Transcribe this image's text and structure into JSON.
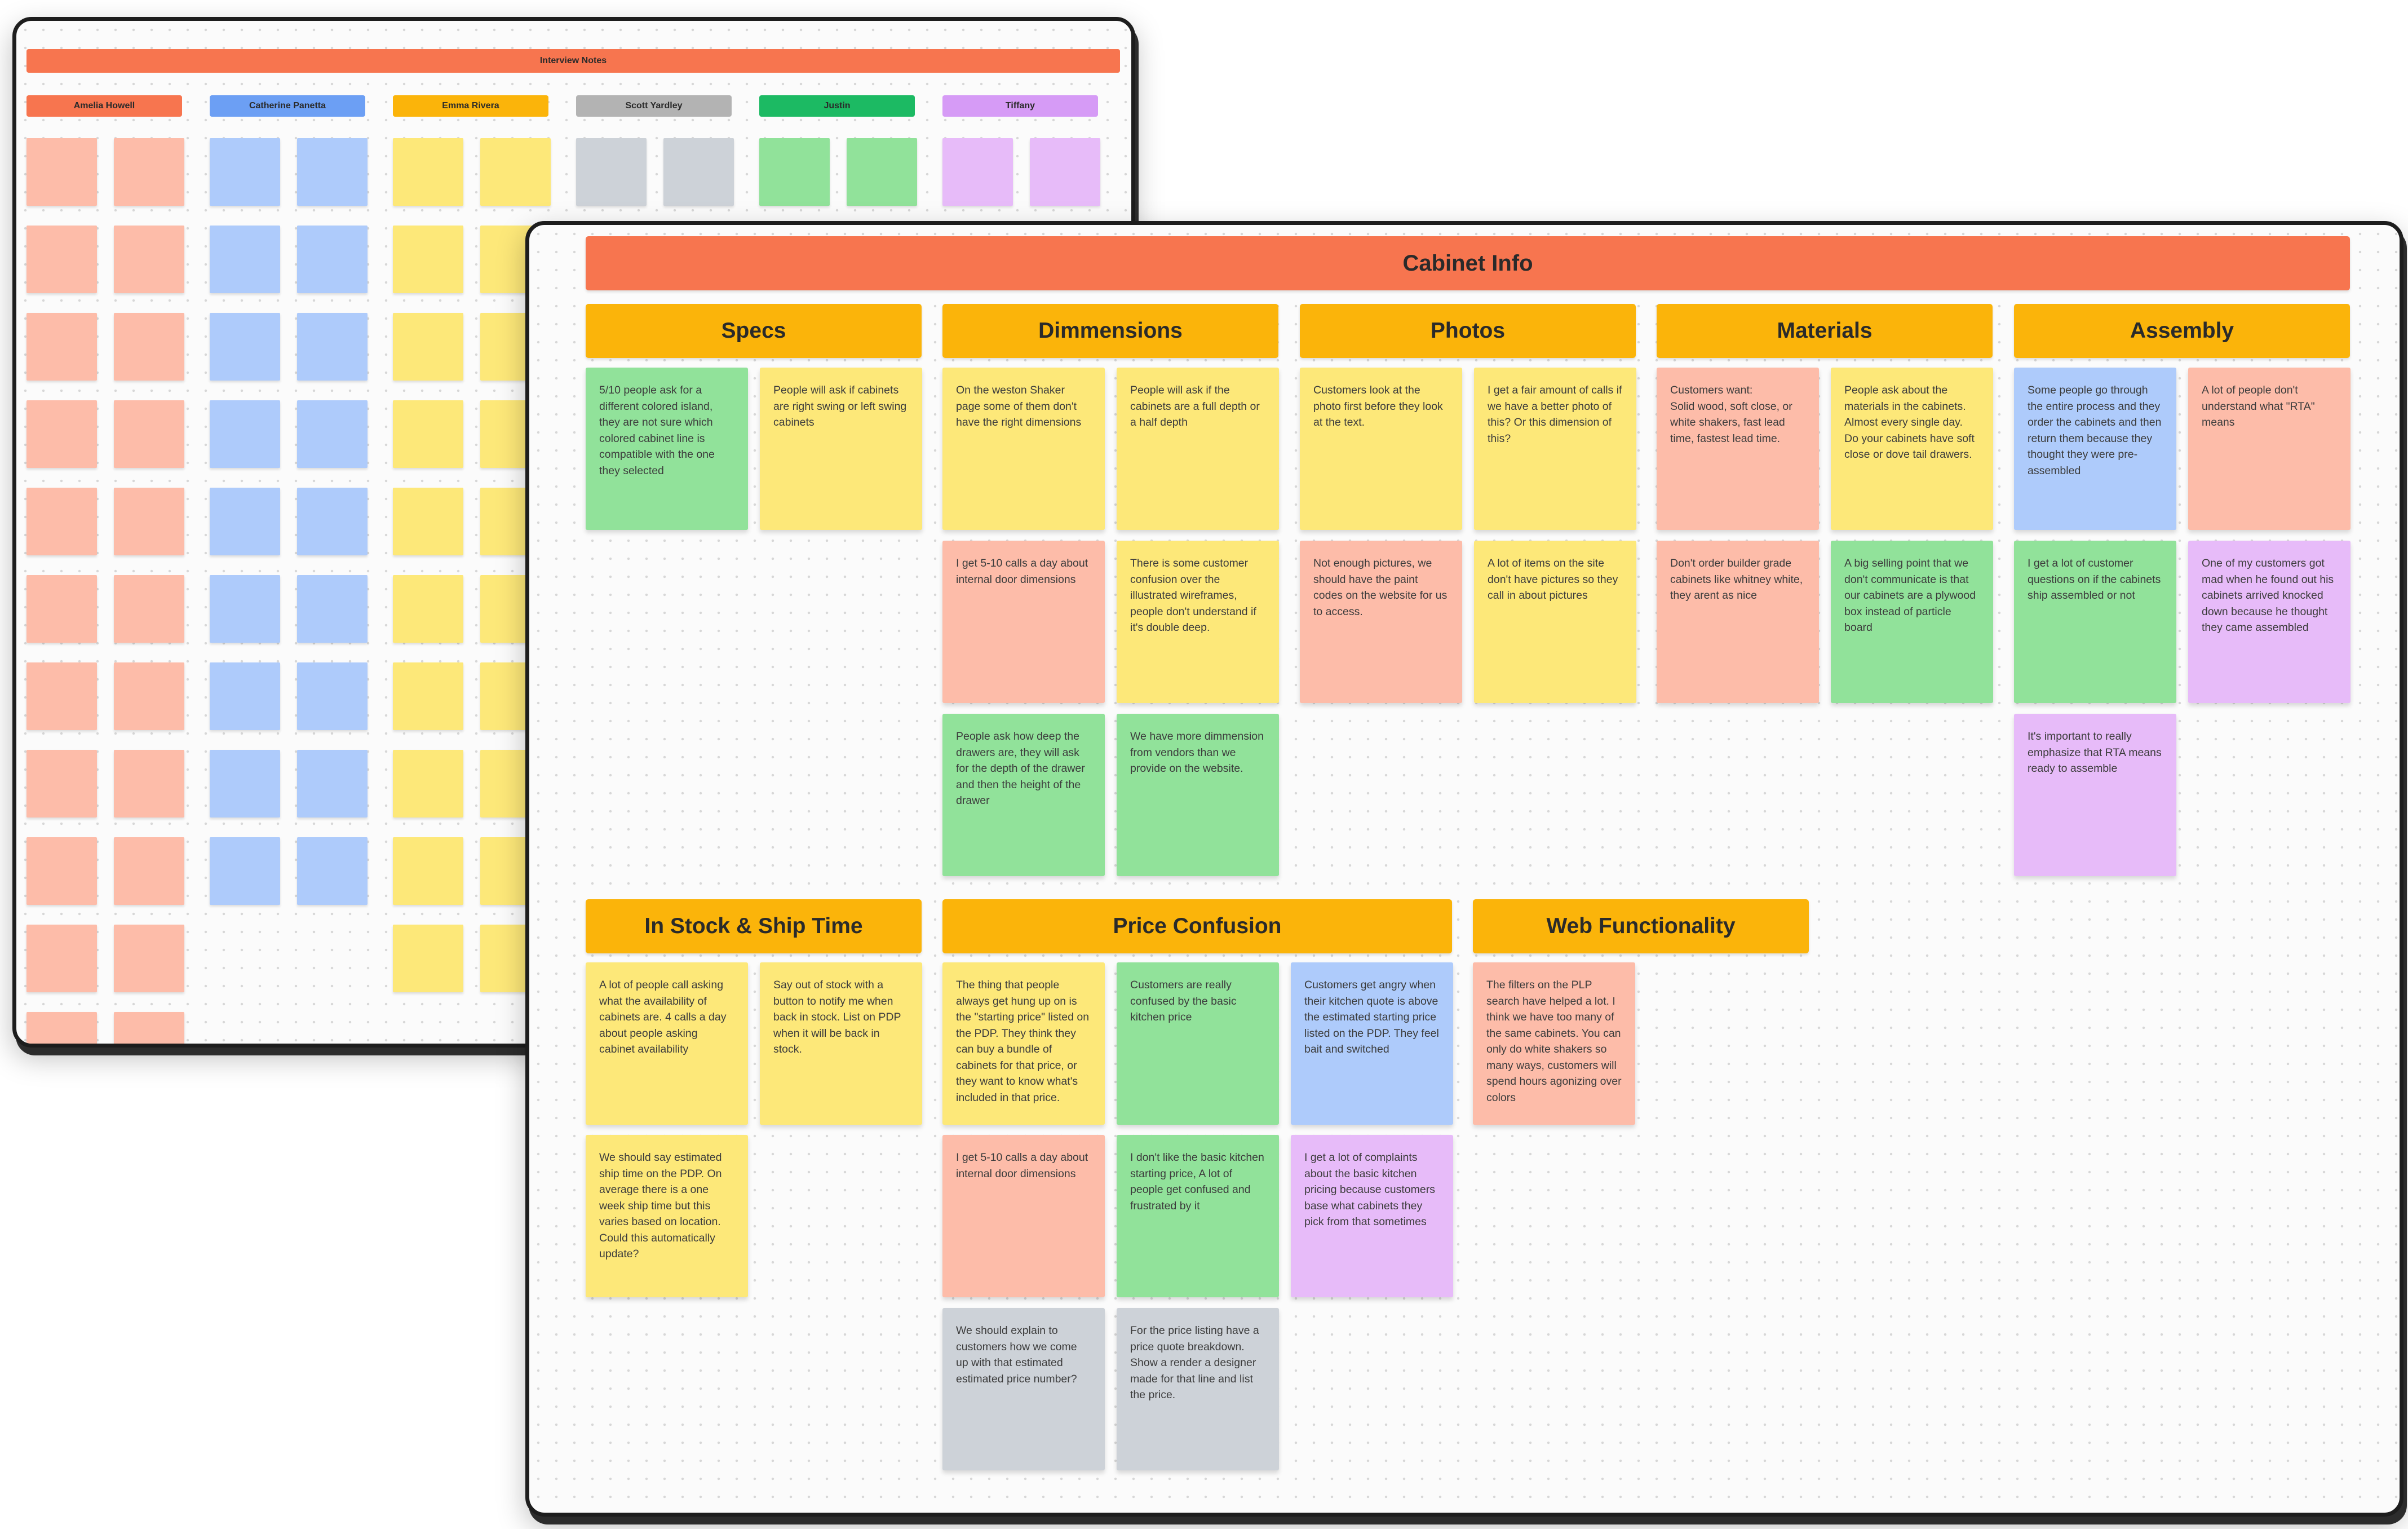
{
  "colors": {
    "header_orange": "#f7754f",
    "section_gold": "#fbb40a",
    "note_yellow": "#fde879",
    "note_green": "#91e29a",
    "note_pink": "#fdbca9",
    "note_blue": "#aecbfb",
    "note_purple": "#e7bbf9",
    "note_gray": "#cdd2d8",
    "head_blue": "#6c9ff4",
    "head_gray": "#b3b3b3",
    "head_green": "#1cba63",
    "head_purple": "#d69bf6"
  },
  "back_board": {
    "title": "Interview Notes",
    "columns": [
      {
        "name": "Amelia Howell",
        "color": "#f7754f"
      },
      {
        "name": "Catherine Panetta",
        "color": "#6c9ff4"
      },
      {
        "name": "Emma Rivera",
        "color": "#fbb40a"
      },
      {
        "name": "Scott Yardley",
        "color": "#b3b3b3"
      },
      {
        "name": "Justin",
        "color": "#1cba63"
      },
      {
        "name": "Tiffany",
        "color": "#d69bf6"
      }
    ]
  },
  "front_board": {
    "title": "Cabinet Info",
    "sections": [
      {
        "name": "Specs",
        "notes": [
          {
            "text": "5/10 people ask for a different colored island, they are not sure which colored cabinet line is compatible with the one they selected",
            "color": "green"
          },
          {
            "text": "People will ask if cabinets are right swing or left swing cabinets",
            "color": "yellow"
          }
        ]
      },
      {
        "name": "Dimmensions",
        "notes": [
          {
            "text": "On the weston Shaker page some of them don't have the right dimensions",
            "color": "yellow"
          },
          {
            "text": "People will ask if the cabinets are a full depth or a half depth",
            "color": "yellow"
          },
          {
            "text": "I get 5-10 calls a day about internal door dimensions",
            "color": "pink"
          },
          {
            "text": "There is some customer confusion over the illustrated wireframes, people don't understand if it's double deep.",
            "color": "yellow"
          },
          {
            "text": "People ask how deep the drawers are, they will ask for the depth of the drawer and then the height of the drawer",
            "color": "green"
          },
          {
            "text": "We have more dimmension from vendors than we provide on the website.",
            "color": "green"
          }
        ]
      },
      {
        "name": "Photos",
        "notes": [
          {
            "text": "Customers look at the photo first before they look at the text.",
            "color": "yellow"
          },
          {
            "text": "I get a fair amount of calls if we have a better photo of this? Or this dimension of this?",
            "color": "yellow"
          },
          {
            "text": "Not enough pictures, we should have the paint codes on the website for us to access.",
            "color": "pink"
          },
          {
            "text": "A lot of items on the site don't have pictures so they call in about pictures",
            "color": "yellow"
          }
        ]
      },
      {
        "name": "Materials",
        "notes": [
          {
            "text": "Customers want:\nSolid wood, soft close, or white shakers, fast lead time, fastest lead time.",
            "color": "pink"
          },
          {
            "text": "People ask about the materials in the cabinets. Almost every single day. Do your cabinets have soft close or dove tail drawers.",
            "color": "yellow"
          },
          {
            "text": "Don't order builder grade cabinets like whitney white, they arent as nice",
            "color": "pink"
          },
          {
            "text": "A big selling point that we don't communicate is that our cabinets are a plywood box instead of particle board",
            "color": "green"
          }
        ]
      },
      {
        "name": "Assembly",
        "notes": [
          {
            "text": "Some people go through the entire process and they order the cabinets and then return them because they thought they were pre-assembled",
            "color": "blue"
          },
          {
            "text": "A lot of people don't understand what \"RTA\" means",
            "color": "pink"
          },
          {
            "text": "I get a lot of customer questions on if the cabinets ship assembled or not",
            "color": "green"
          },
          {
            "text": "One of my customers got mad when he found out his cabinets arrived knocked down because he thought they came assembled",
            "color": "purple"
          },
          {
            "text": "It's important to really emphasize that RTA means ready to assemble",
            "color": "purple"
          }
        ]
      },
      {
        "name": "In Stock & Ship Time",
        "notes": [
          {
            "text": "A lot of people call asking what the availability of cabinets are. 4 calls a day about people asking cabinet availability",
            "color": "yellow"
          },
          {
            "text": "Say out of stock with a button to notify me when back in stock. List on PDP when it will be back in stock.",
            "color": "yellow"
          },
          {
            "text": "We should say estimated ship time on the PDP. On average there is a one week ship time but this varies based on location. Could this automatically update?",
            "color": "yellow"
          }
        ]
      },
      {
        "name": "Price Confusion",
        "notes": [
          {
            "text": "The thing that people always get hung up on is the \"starting price\" listed on the PDP. They think they can buy a bundle of cabinets for that price, or they want to know what's included in that price.",
            "color": "yellow"
          },
          {
            "text": "Customers are really confused by the basic kitchen price",
            "color": "green"
          },
          {
            "text": "Customers get angry when their kitchen quote is above the estimated starting price listed on the PDP. They feel bait and switched",
            "color": "blue"
          },
          {
            "text": "I get 5-10 calls a day about internal door dimensions",
            "color": "pink"
          },
          {
            "text": "I don't like the basic kitchen starting price, A lot of people get confused and frustrated by it",
            "color": "green"
          },
          {
            "text": "I get a lot of complaints about the basic kitchen pricing because customers base what cabinets they pick from that sometimes",
            "color": "purple"
          },
          {
            "text": "We should explain to customers how we come up with that estimated estimated price number?",
            "color": "gray"
          },
          {
            "text": "For the price listing have a price quote breakdown. Show a render a designer made for that line and list the price.",
            "color": "gray"
          }
        ]
      },
      {
        "name": "Web Functionality",
        "notes": [
          {
            "text": "The filters on the PLP search have helped a lot. I think we have too many of the same cabinets. You can only do white shakers so many ways, customers will spend hours agonizing over colors",
            "color": "pink"
          }
        ]
      }
    ]
  }
}
